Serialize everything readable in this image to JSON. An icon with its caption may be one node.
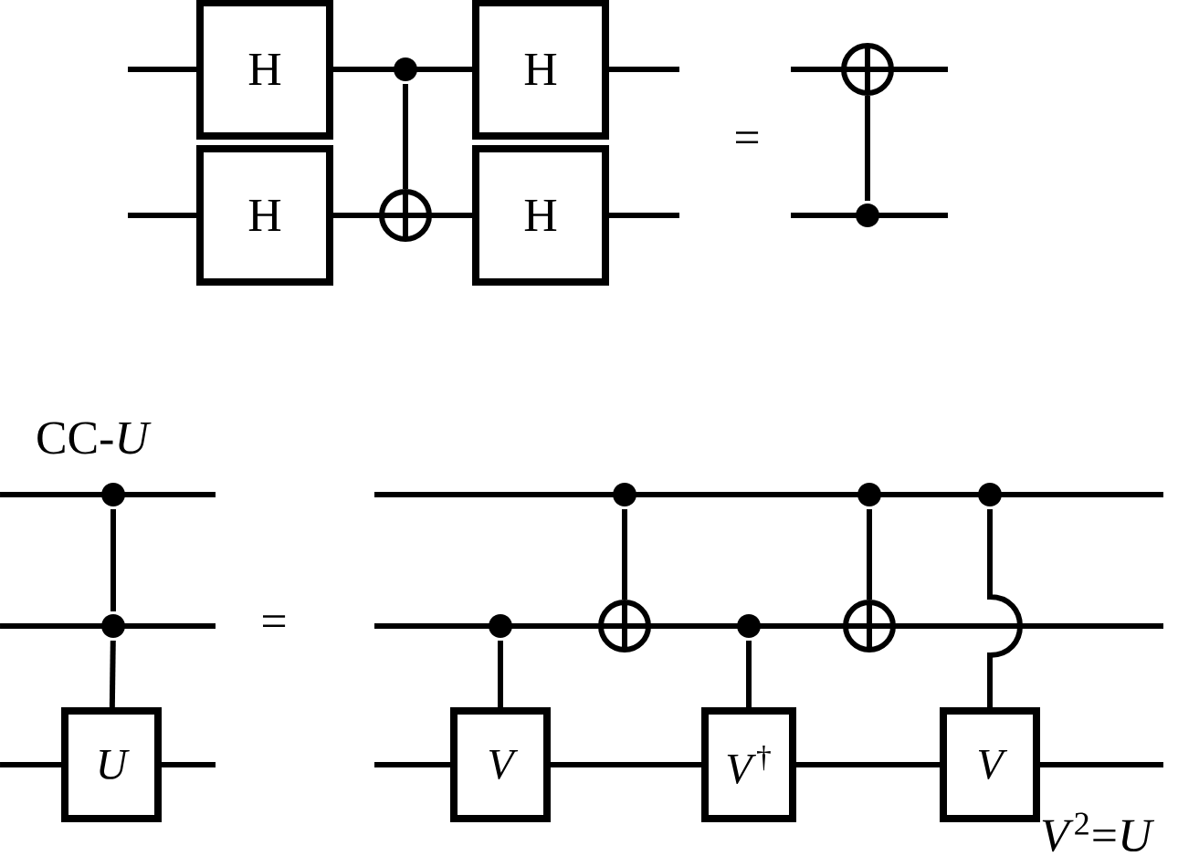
{
  "diagram": {
    "nodes": [
      {
        "text": [
          "H"
        ]
      },
      {
        "text": [
          "H"
        ]
      },
      {
        "text": [],
        "shape": "dot"
      },
      {
        "text": [],
        "shape": "circle"
      },
      {
        "text": [
          "H"
        ]
      },
      {
        "text": [
          "H"
        ]
      },
      {
        "text": [],
        "shape": "circle"
      },
      {
        "text": [],
        "shape": "dot"
      },
      {
        "text": [],
        "shape": "dot"
      },
      {
        "text": [],
        "shape": "dot"
      },
      {
        "text": [
          "U"
        ]
      },
      {
        "text": [
          "V"
        ]
      },
      {
        "text": [],
        "shape": "dot"
      },
      {
        "text": [],
        "shape": "dot"
      },
      {
        "text": [],
        "shape": "circle"
      },
      {
        "text": [
          "*V*$^{†}$"
        ]
      },
      {
        "text": [],
        "shape": "dot"
      },
      {
        "text": [],
        "shape": "dot"
      },
      {
        "text": [],
        "shape": "circle"
      },
      {
        "text": [],
        "shape": "dot"
      },
      {
        "text": [
          "V"
        ]
      }
    ],
    "edges": [
      {
        "from": 2,
        "to": 3,
        "arrow": "none"
      },
      {
        "from": 7,
        "to": 6,
        "arrow": "none"
      },
      {
        "from": 8,
        "to": 9,
        "arrow": "none"
      },
      {
        "from": 9,
        "to": 10,
        "arrow": "none"
      },
      {
        "from": 12,
        "to": 11,
        "arrow": "none"
      },
      {
        "from": 13,
        "to": 14,
        "arrow": "none"
      },
      {
        "from": 16,
        "to": 15,
        "arrow": "none"
      },
      {
        "from": 17,
        "to": 18,
        "arrow": "none"
      },
      {
        "from": 19,
        "to": 20,
        "arrow": "none"
      }
    ],
    "labels": [
      "=",
      "CC-*U*",
      "=",
      "*V*$^{2}$=*U*"
    ]
  }
}
